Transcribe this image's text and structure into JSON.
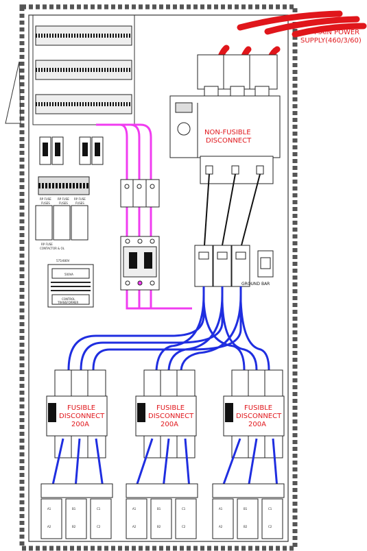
{
  "labels": {
    "main_power_line1": "MAIN POWER",
    "main_power_line2": "SUPPLY(460/3/60)",
    "non_fusible_line1": "NON-FUSIBLE",
    "non_fusible_line2": "DISCONNECT",
    "ground_bar": "GROUND BAR",
    "fusible_line1": "FUSIBLE",
    "fusible_line2": "DISCONNECT",
    "fusible_rating": "200A",
    "xfmr_top": "575/480V",
    "xfmr_va": "500VA",
    "xfmr_bottom1": "CONTROL",
    "xfmr_bottom2": "TRANSFORMER",
    "fuse_label": "RP FUSE",
    "fuse_sub": "FUSES",
    "relay_label": "RP FUSE",
    "relay_sub": "CONTACTOR & OL",
    "terminal_top": [
      "A1",
      "B1",
      "C1"
    ],
    "terminal_bottom": [
      "A2",
      "B2",
      "C2"
    ]
  },
  "colors": {
    "power_supply_wire": "#e0161b",
    "feeder_wire": "#1f2ee0",
    "control_wire": "#f03cf0",
    "frame": "#333333"
  }
}
